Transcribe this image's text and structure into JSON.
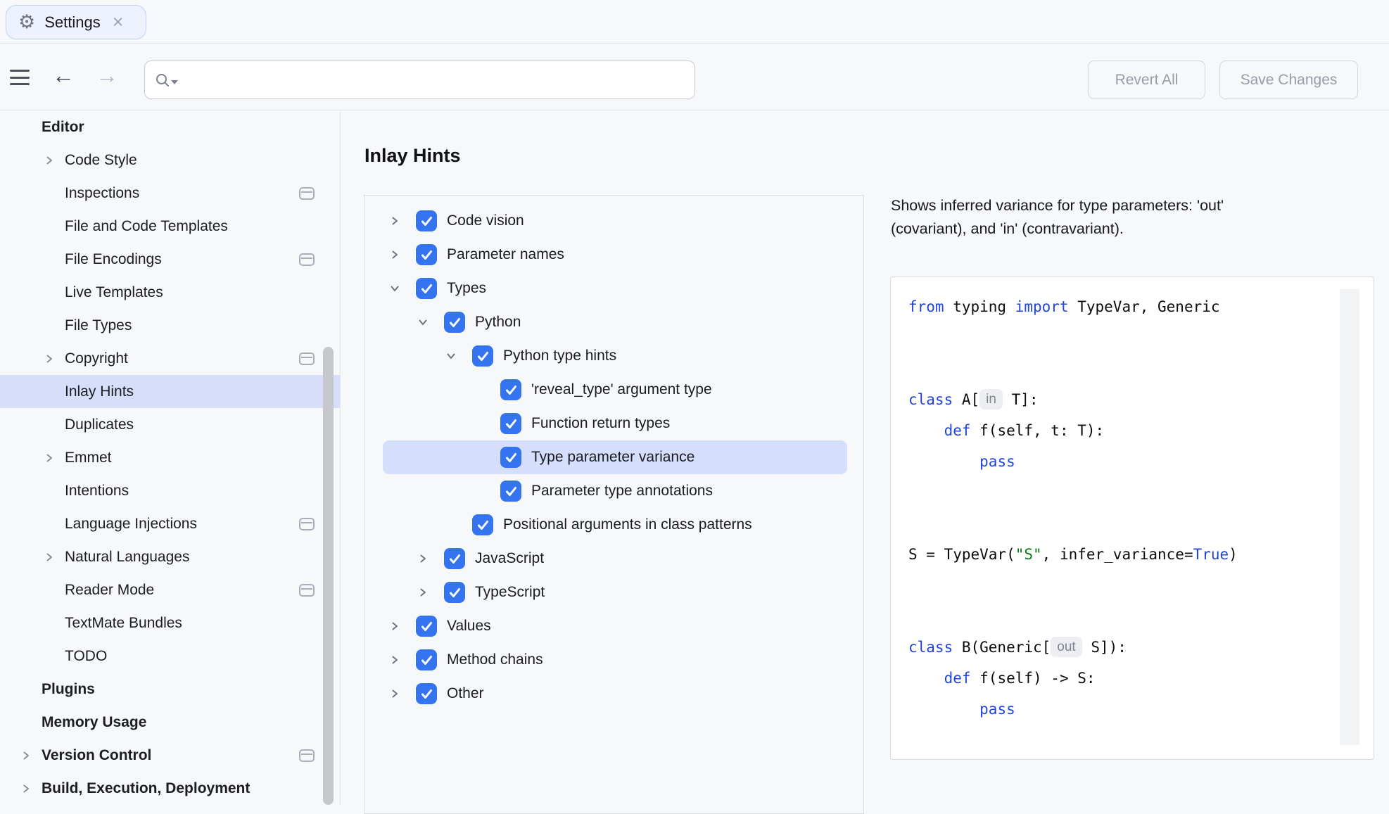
{
  "colors": {
    "accent": "#3574F0",
    "window_background": "#F7F8FA",
    "tab_background": "#EDF2FE",
    "tab_border": "#C2D0F7",
    "sidebar_selection": "#D6DEF9",
    "tree_selection": "#D5DFFB",
    "code_keyword": "#2145DB",
    "code_string": "#067D17",
    "inlay_hint_background": "#ECEEF1",
    "inlay_hint_text": "#7F8591"
  },
  "tab": {
    "title": "Settings",
    "close_glyph": "×",
    "gear_glyph": "⚙"
  },
  "toolbar": {
    "back_glyph": "←",
    "forward_glyph": "→",
    "search": {
      "value": "",
      "placeholder": ""
    },
    "revert_label": "Revert All",
    "save_label": "Save Changes"
  },
  "sidebar": {
    "items": [
      {
        "label": "Editor",
        "level": 0,
        "header": true,
        "chevron": false,
        "icon": false,
        "selected": false
      },
      {
        "label": "Code Style",
        "level": 1,
        "header": false,
        "chevron": true,
        "icon": false,
        "selected": false
      },
      {
        "label": "Inspections",
        "level": 1,
        "header": false,
        "chevron": false,
        "icon": true,
        "selected": false
      },
      {
        "label": "File and Code Templates",
        "level": 1,
        "header": false,
        "chevron": false,
        "icon": false,
        "selected": false
      },
      {
        "label": "File Encodings",
        "level": 1,
        "header": false,
        "chevron": false,
        "icon": true,
        "selected": false
      },
      {
        "label": "Live Templates",
        "level": 1,
        "header": false,
        "chevron": false,
        "icon": false,
        "selected": false
      },
      {
        "label": "File Types",
        "level": 1,
        "header": false,
        "chevron": false,
        "icon": false,
        "selected": false
      },
      {
        "label": "Copyright",
        "level": 1,
        "header": false,
        "chevron": true,
        "icon": true,
        "selected": false
      },
      {
        "label": "Inlay Hints",
        "level": 1,
        "header": false,
        "chevron": false,
        "icon": false,
        "selected": true
      },
      {
        "label": "Duplicates",
        "level": 1,
        "header": false,
        "chevron": false,
        "icon": false,
        "selected": false
      },
      {
        "label": "Emmet",
        "level": 1,
        "header": false,
        "chevron": true,
        "icon": false,
        "selected": false
      },
      {
        "label": "Intentions",
        "level": 1,
        "header": false,
        "chevron": false,
        "icon": false,
        "selected": false
      },
      {
        "label": "Language Injections",
        "level": 1,
        "header": false,
        "chevron": false,
        "icon": true,
        "selected": false
      },
      {
        "label": "Natural Languages",
        "level": 1,
        "header": false,
        "chevron": true,
        "icon": false,
        "selected": false
      },
      {
        "label": "Reader Mode",
        "level": 1,
        "header": false,
        "chevron": false,
        "icon": true,
        "selected": false
      },
      {
        "label": "TextMate Bundles",
        "level": 1,
        "header": false,
        "chevron": false,
        "icon": false,
        "selected": false
      },
      {
        "label": "TODO",
        "level": 1,
        "header": false,
        "chevron": false,
        "icon": false,
        "selected": false
      },
      {
        "label": "Plugins",
        "level": 0,
        "header": true,
        "chevron": false,
        "icon": false,
        "selected": false
      },
      {
        "label": "Memory Usage",
        "level": 0,
        "header": true,
        "chevron": false,
        "icon": false,
        "selected": false
      },
      {
        "label": "Version Control",
        "level": 0,
        "header": true,
        "chevron": true,
        "icon": true,
        "selected": false
      },
      {
        "label": "Build, Execution, Deployment",
        "level": 0,
        "header": true,
        "chevron": true,
        "icon": false,
        "selected": false
      }
    ]
  },
  "main": {
    "title": "Inlay Hints",
    "tree": [
      {
        "label": "Code vision",
        "indent": 0,
        "chevron": "collapsed",
        "checked": true,
        "selected": false
      },
      {
        "label": "Parameter names",
        "indent": 0,
        "chevron": "collapsed",
        "checked": true,
        "selected": false
      },
      {
        "label": "Types",
        "indent": 0,
        "chevron": "expanded",
        "checked": true,
        "selected": false
      },
      {
        "label": "Python",
        "indent": 1,
        "chevron": "expanded",
        "checked": true,
        "selected": false
      },
      {
        "label": "Python type hints",
        "indent": 2,
        "chevron": "expanded",
        "checked": true,
        "selected": false
      },
      {
        "label": "'reveal_type' argument type",
        "indent": 3,
        "chevron": "none",
        "checked": true,
        "selected": false
      },
      {
        "label": "Function return types",
        "indent": 3,
        "chevron": "none",
        "checked": true,
        "selected": false
      },
      {
        "label": "Type parameter variance",
        "indent": 3,
        "chevron": "none",
        "checked": true,
        "selected": true
      },
      {
        "label": "Parameter type annotations",
        "indent": 3,
        "chevron": "none",
        "checked": true,
        "selected": false
      },
      {
        "label": "Positional arguments in class patterns",
        "indent": 2,
        "chevron": "none",
        "checked": true,
        "selected": false
      },
      {
        "label": "JavaScript",
        "indent": 1,
        "chevron": "collapsed",
        "checked": true,
        "selected": false
      },
      {
        "label": "TypeScript",
        "indent": 1,
        "chevron": "collapsed",
        "checked": true,
        "selected": false
      },
      {
        "label": "Values",
        "indent": 0,
        "chevron": "collapsed",
        "checked": true,
        "selected": false
      },
      {
        "label": "Method chains",
        "indent": 0,
        "chevron": "collapsed",
        "checked": true,
        "selected": false
      },
      {
        "label": "Other",
        "indent": 0,
        "chevron": "collapsed",
        "checked": true,
        "selected": false
      }
    ]
  },
  "details": {
    "description_lines": [
      "Shows inferred variance for type parameters: 'out'",
      "(covariant), and 'in' (contravariant)."
    ],
    "code_lines": [
      [
        {
          "t": "from",
          "c": "k"
        },
        {
          "t": " typing ",
          "c": "p"
        },
        {
          "t": "import",
          "c": "k"
        },
        {
          "t": " TypeVar, Generic",
          "c": "p"
        }
      ],
      [],
      [],
      [
        {
          "t": "class",
          "c": "k"
        },
        {
          "t": " A[",
          "c": "p"
        },
        {
          "t": "in",
          "c": "h"
        },
        {
          "t": " T]:",
          "c": "p"
        }
      ],
      [
        {
          "t": "    ",
          "c": "p"
        },
        {
          "t": "def",
          "c": "k"
        },
        {
          "t": " f(self, t: T):",
          "c": "p"
        }
      ],
      [
        {
          "t": "        ",
          "c": "p"
        },
        {
          "t": "pass",
          "c": "k"
        }
      ],
      [],
      [],
      [
        {
          "t": "S = TypeVar(",
          "c": "p"
        },
        {
          "t": "\"S\"",
          "c": "s"
        },
        {
          "t": ", infer_variance=",
          "c": "p"
        },
        {
          "t": "True",
          "c": "k"
        },
        {
          "t": ")",
          "c": "p"
        }
      ],
      [],
      [],
      [
        {
          "t": "class",
          "c": "k"
        },
        {
          "t": " B(Generic[",
          "c": "p"
        },
        {
          "t": "out",
          "c": "h"
        },
        {
          "t": " S]):",
          "c": "p"
        }
      ],
      [
        {
          "t": "    ",
          "c": "p"
        },
        {
          "t": "def",
          "c": "k"
        },
        {
          "t": " f(self) -> S:",
          "c": "p"
        }
      ],
      [
        {
          "t": "        ",
          "c": "p"
        },
        {
          "t": "pass",
          "c": "k"
        }
      ]
    ]
  }
}
